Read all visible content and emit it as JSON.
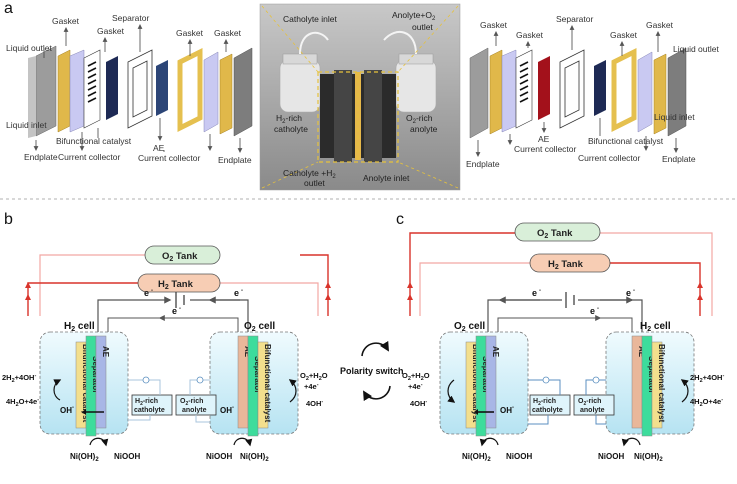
{
  "panel_a": {
    "label": "a",
    "left_stack": {
      "gasket1": "Gasket",
      "separator": "Separator",
      "gasket2": "Gasket",
      "liquid_outlet": "Liquid outlet",
      "liquid_inlet": "Liquid inlet",
      "bifunctional": "Bifunctional catalyst",
      "endplate": "Endplate",
      "current_collector1": "Current collector",
      "ae": "AE",
      "current_collector2": "Current collector",
      "endplate2": "Endplate"
    },
    "photo": {
      "catholyte_inlet": "Catholyte inlet",
      "anolyte_outlet_line1": "Anolyte+O",
      "anolyte_outlet_sub": "2",
      "anolyte_outlet_line2": "outlet",
      "h2_rich_line1_pre": "H",
      "h2_rich_line1_sub": "2",
      "h2_rich_line1_post": "-rich",
      "h2_rich_line2": "catholyte",
      "o2_rich_line1_pre": "O",
      "o2_rich_line1_sub": "2",
      "o2_rich_line1_post": "-rich",
      "o2_rich_line2": "anolyte",
      "catholyte_outlet_line1_pre": "Catholyte +H",
      "catholyte_outlet_sub": "2",
      "catholyte_outlet_line2": "outlet",
      "anolyte_inlet": "Anolyte inlet"
    },
    "right_stack": {
      "gasket1": "Gasket",
      "gasket2": "Gasket",
      "separator": "Separator",
      "gasket3": "Gasket",
      "gasket4": "Gasket",
      "liquid_outlet": "Liquid outlet",
      "ae": "AE",
      "liquid_inlet": "Liquid inlet",
      "bifunctional": "Bifunctional catalyst",
      "current_collector1": "Current collector",
      "current_collector2": "Current collector",
      "endplate1": "Endplate",
      "endplate2": "Endplate"
    }
  },
  "panel_b": {
    "label": "b",
    "o2_tank_pre": "O",
    "o2_tank_sub": "2",
    "o2_tank_post": " Tank",
    "h2_tank_pre": "H",
    "h2_tank_sub": "2",
    "h2_tank_post": " Tank",
    "e_minus": "e",
    "h2_cell_pre": "H",
    "h2_cell_sub": "2",
    "h2_cell_post": " cell",
    "o2_cell_pre": "O",
    "o2_cell_sub": "2",
    "o2_cell_post": " cell",
    "bifunctional": "Bifunctional catalyst",
    "separator": "Separator",
    "ae": "AE",
    "h2_rich_pre": "H",
    "h2_rich_sub": "2",
    "h2_rich_post": "-rich",
    "catholyte": "catholyte",
    "o2_rich_pre": "O",
    "o2_rich_sub": "2",
    "o2_rich_post": "-rich",
    "anolyte": "anolyte",
    "left_eq1": "2H",
    "left_eq1_sub": "2",
    "left_eq1_post": "+4OH",
    "left_eq2": "4H",
    "left_eq2_sub": "2",
    "left_eq2_post": "O+4e",
    "oh": "OH",
    "nioh2_left": "Ni(OH)",
    "nioh2_sub": "2",
    "niooh_left": "NiOOH",
    "right_eq1_pre": "O",
    "right_eq1_sub": "2",
    "right_eq1_post": "+H",
    "right_eq1_sub2": "2",
    "right_eq1_post2": "O",
    "right_eq1b": "+4e",
    "right_eq2": "4OH",
    "niooh_right": "NiOOH",
    "nioh2_right": "Ni(OH)"
  },
  "middle": {
    "polarity_switch": "Polarity switch"
  },
  "panel_c": {
    "label": "c",
    "o2_tank_pre": "O",
    "o2_tank_sub": "2",
    "o2_tank_post": " Tank",
    "h2_tank_pre": "H",
    "h2_tank_sub": "2",
    "h2_tank_post": " Tank",
    "e_minus": "e",
    "o2_cell_pre": "O",
    "o2_cell_sub": "2",
    "o2_cell_post": " cell",
    "h2_cell_pre": "H",
    "h2_cell_sub": "2",
    "h2_cell_post": " cell",
    "bifunctional": "Bifunctional catalyst",
    "separator": "Separator",
    "ae": "AE",
    "h2_rich_pre": "H",
    "h2_rich_sub": "2",
    "h2_rich_post": "-rich",
    "catholyte": "catholyte",
    "o2_rich_pre": "O",
    "o2_rich_sub": "2",
    "o2_rich_post": "-rich",
    "anolyte": "anolyte",
    "left_eq1_pre": "O",
    "left_eq1_sub": "2",
    "left_eq1_post": "+H",
    "left_eq1_sub2": "2",
    "left_eq1_post2": "O",
    "left_eq1b": "+4e",
    "left_eq2": "4OH",
    "oh": "OH",
    "nioh2_left": "Ni(OH)",
    "nioh2_sub": "2",
    "niooh_left": "NiOOH",
    "right_eq1": "2H",
    "right_eq1_sub": "2",
    "right_eq1_post": "+4OH",
    "right_eq2": "4H",
    "right_eq2_sub": "2",
    "right_eq2_post": "O+4e",
    "niooh_right": "NiOOH",
    "nioh2_right": "Ni(OH)"
  },
  "colors": {
    "red_line": "#d9342b",
    "grey_line": "#555555",
    "o2_tank_fill": "#d9efd9",
    "h2_tank_fill": "#f7cdb4",
    "electrolyte": "#c9ecf7",
    "separator_fill": "#3ddc9c",
    "catalyst_fill": "#f3df8d",
    "ae_fill": "#a8b6e6",
    "dark_ae": "#1e2a55",
    "gasket_fill": "#f0cc5a"
  }
}
